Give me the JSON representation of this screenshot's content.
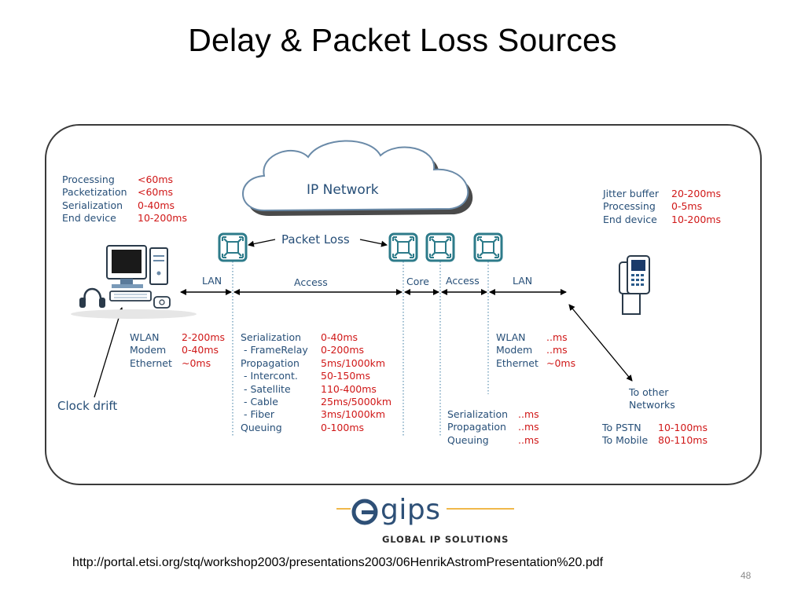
{
  "slide": {
    "title": "Delay & Packet Loss Sources",
    "source_url": "http://portal.etsi.org/stq/workshop2003/presentations2003/06HenrikAstromPresentation%20.pdf",
    "page_number": "48"
  },
  "diagram": {
    "cloud_label": "IP Network",
    "packet_loss_label": "Packet Loss",
    "clock_drift_label": "Clock drift",
    "segments": {
      "lan_left": "LAN",
      "access_left": "Access",
      "core": "Core",
      "access_right": "Access",
      "lan_right": "LAN"
    },
    "sender_delays": {
      "labels": "Processing\nPacketization\nSerialization\nEnd device",
      "values": "<60ms\n<60ms\n0-40ms\n10-200ms"
    },
    "receiver_delays": {
      "labels": "Jitter buffer\nProcessing\nEnd device",
      "values": "20-200ms\n0-5ms\n10-200ms"
    },
    "lan_left_delays": {
      "labels": "WLAN\nModem\nEthernet",
      "values": "2-200ms\n0-40ms\n~0ms"
    },
    "access_left_delays": {
      "labels": "Serialization\n - FrameRelay\nPropagation\n - Intercont.\n - Satellite\n - Cable\n - Fiber\nQueuing",
      "values": "0-40ms\n0-200ms\n5ms/1000km\n50-150ms\n110-400ms\n25ms/5000km\n3ms/1000km\n0-100ms"
    },
    "lan_right_delays": {
      "labels": "WLAN\nModem\nEthernet",
      "values": "..ms\n..ms\n~0ms"
    },
    "core_delays": {
      "labels": "Serialization\nPropagation\nQueuing",
      "values": "..ms\n..ms\n..ms"
    },
    "other_networks": {
      "heading": "To other\nNetworks",
      "labels": "To PSTN\nTo Mobile",
      "values": "10-100ms\n80-110ms"
    }
  },
  "logo": {
    "name": "gips",
    "subtitle": "GLOBAL IP SOLUTIONS"
  },
  "colors": {
    "label": "#274f78",
    "value": "#d01818",
    "router": "#2d7b8a",
    "frame": "#3a3a3a",
    "logo_line": "#f0b84a"
  }
}
